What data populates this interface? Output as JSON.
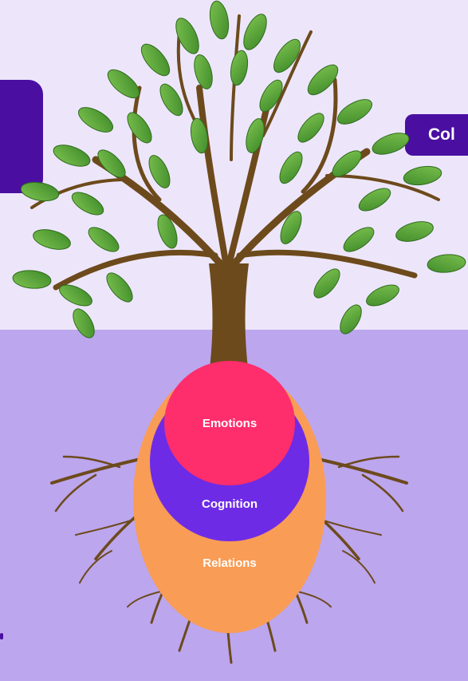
{
  "side_labels": {
    "right": "Col"
  },
  "layers": {
    "inner": "Emotions",
    "middle": "Cognition",
    "outer": "Relations"
  },
  "colors": {
    "sky": "#ede6fb",
    "ground": "#bca6ee",
    "label_box": "#4a0fa1",
    "emotions": "#fe2d6c",
    "cognition": "#6e2be6",
    "relations": "#f99c55",
    "trunk": "#6d4a1c",
    "leaf": "#5aa83a"
  },
  "icons": {
    "tree": "tree-illustration"
  }
}
